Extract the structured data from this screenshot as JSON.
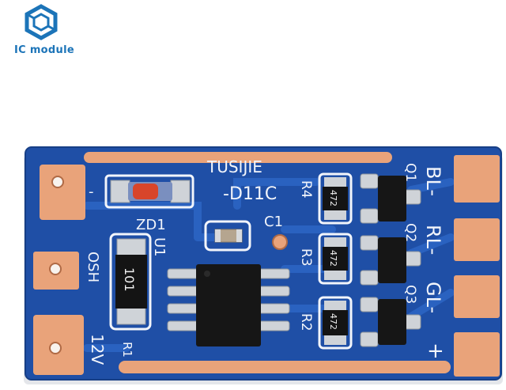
{
  "logo": {
    "text": "IC module",
    "icon": "hexagon-logo-icon",
    "color": "#1c74b8"
  },
  "board": {
    "colors": {
      "pcb": "#1f4fa6",
      "trace": "#2a62c0",
      "pad": "#e9a37a",
      "silk": "#f2f5fb"
    },
    "labels": {
      "top_marking": "TUSIJIE",
      "part_number": "-D11C",
      "minus": "-",
      "zd1": "ZD1",
      "u1": "U1",
      "osh": "OSH",
      "r1": "R1",
      "v12": "12V",
      "c1": "C1",
      "r4": "R4",
      "r3": "R3",
      "r2": "R2",
      "q1": "Q1",
      "q2": "Q2",
      "q3": "Q3",
      "bl": "BL-",
      "rl": "RL-",
      "gl": "GL-",
      "plus": "+"
    },
    "resistor_codes": {
      "r1": "101",
      "r4": "472",
      "r3": "472",
      "r2": "472"
    }
  }
}
